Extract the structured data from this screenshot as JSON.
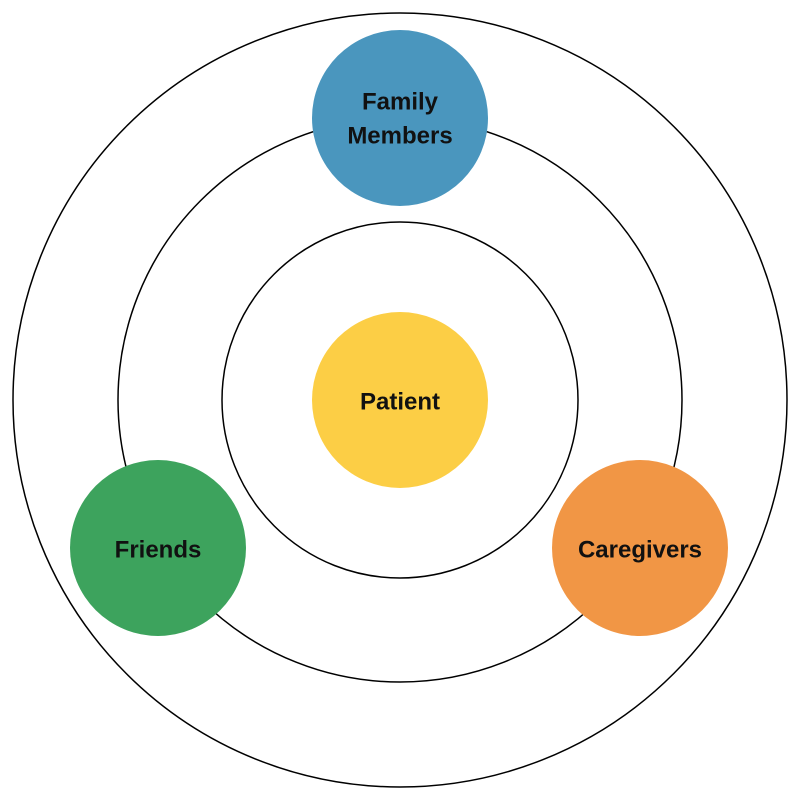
{
  "diagram": {
    "type": "concentric-circles",
    "rings": 3,
    "nodes": [
      {
        "id": "patient",
        "lines": [
          "Patient"
        ],
        "color": "#FCCE45",
        "ring": 0
      },
      {
        "id": "family-members",
        "lines": [
          "Family",
          "Members"
        ],
        "color": "#4A96BE",
        "ring": 2
      },
      {
        "id": "friends",
        "lines": [
          "Friends"
        ],
        "color": "#3DA35D",
        "ring": 2
      },
      {
        "id": "caregivers",
        "lines": [
          "Caregivers"
        ],
        "color": "#F19645",
        "ring": 2
      }
    ]
  }
}
